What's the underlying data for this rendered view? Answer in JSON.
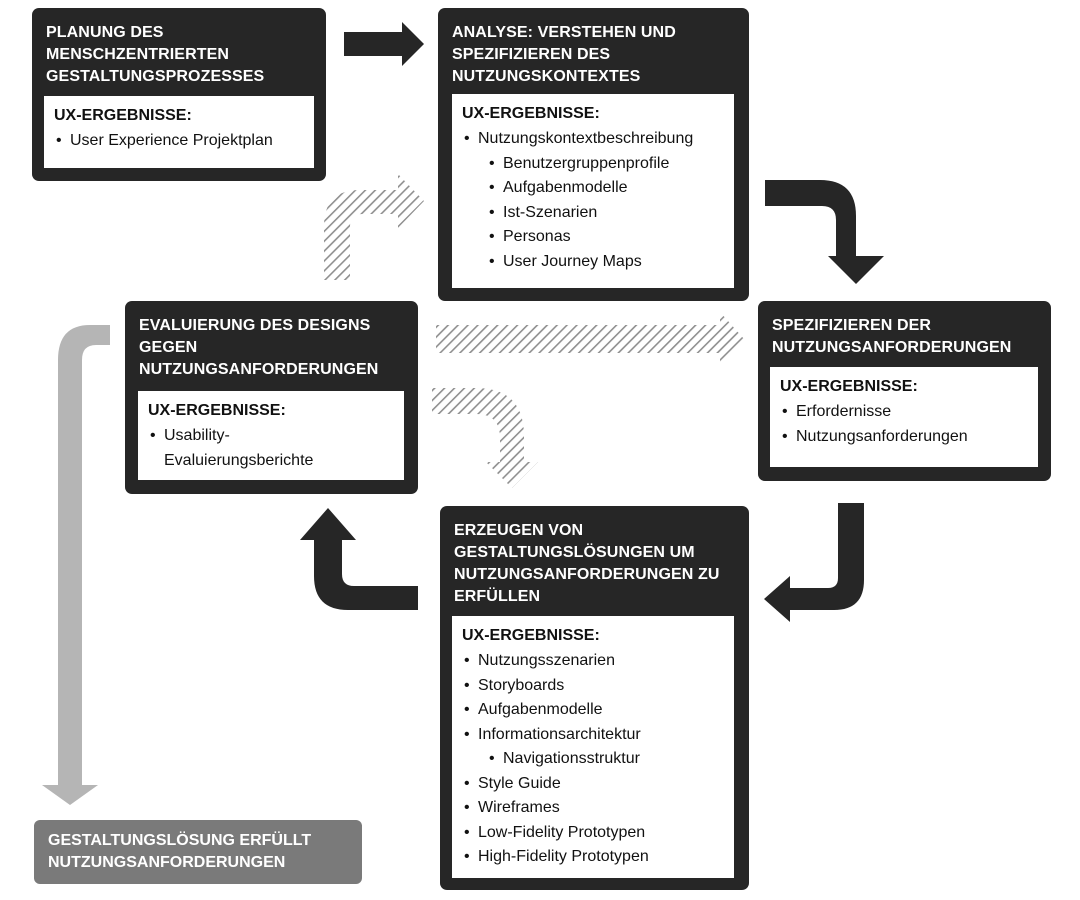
{
  "boxes": {
    "planung": {
      "title": "PLANUNG DES\nMENSCHZENTRIERTEN\nGESTALTUNGSPROZESSES",
      "heading": "UX-ERGEBNISSE:",
      "items": [
        "User Experience Projektplan"
      ]
    },
    "analyse": {
      "title": "ANALYSE: VERSTEHEN UND\nSPEZIFIZIEREN DES\nNUTZUNGSKONTEXTES",
      "heading": "UX-ERGEBNISSE:",
      "items": [
        "Nutzungskontextbeschreibung",
        "Benutzergruppenprofile",
        "Aufgabenmodelle",
        "Ist-Szenarien",
        "Personas",
        "User Journey Maps"
      ]
    },
    "spezifizieren": {
      "title": "SPEZIFIZIEREN DER\nNUTZUNGSANFORDERUNGEN",
      "heading": "UX-ERGEBNISSE:",
      "items": [
        "Erfordernisse",
        "Nutzungsanforderungen"
      ]
    },
    "evaluierung": {
      "title": "EVALUIERUNG DES DESIGNS\nGEGEN\nNUTZUNGSANFORDERUNGEN",
      "heading": "UX-ERGEBNISSE:",
      "items": [
        "Usability-",
        "Evaluierungsberichte"
      ]
    },
    "erzeugen": {
      "title": "ERZEUGEN VON\nGESTALTUNGSLÖSUNGEN UM\nNUTZUNGSANFORDERUNGEN ZU\nERFÜLLEN",
      "heading": "UX-ERGEBNISSE:",
      "items": [
        "Nutzungsszenarien",
        "Storyboards",
        "Aufgabenmodelle",
        "Informationsarchitektur",
        "Navigationsstruktur",
        "Style Guide",
        "Wireframes",
        "Low-Fidelity Prototypen",
        "High-Fidelity Prototypen"
      ]
    }
  },
  "final": {
    "title": "GESTALTUNGSLÖSUNG ERFÜLLT\nNUTZUNGSANFORDERUNGEN"
  },
  "colors": {
    "box": "#262626",
    "arrow_dark": "#262626",
    "arrow_light": "#b5b5b5",
    "hatch": "#8f8f8f",
    "final_box": "#7a7a7a"
  }
}
